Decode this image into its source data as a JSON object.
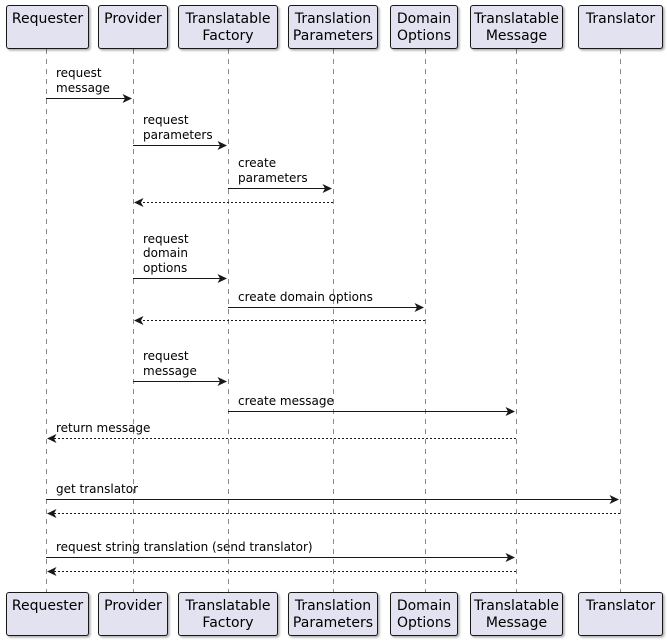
{
  "diagram": {
    "kind": "uml-sequence-diagram"
  },
  "participants": [
    {
      "label": "Requester"
    },
    {
      "label": "Provider"
    },
    {
      "label": "Translatable Factory"
    },
    {
      "label": "Translation Parameters"
    },
    {
      "label": "Domain Options"
    },
    {
      "label": "Translatable Message"
    },
    {
      "label": "Translator"
    }
  ],
  "messages": [
    {
      "label": "request\nmessage",
      "from": 0,
      "to": 1,
      "style": "solid"
    },
    {
      "label": "request\nparameters",
      "from": 1,
      "to": 2,
      "style": "solid"
    },
    {
      "label": "create\nparameters",
      "from": 2,
      "to": 3,
      "style": "solid"
    },
    {
      "label": "",
      "from": 3,
      "to": 1,
      "style": "return"
    },
    {
      "label": "request\ndomain\noptions",
      "from": 1,
      "to": 2,
      "style": "solid"
    },
    {
      "label": "create domain options",
      "from": 2,
      "to": 4,
      "style": "solid"
    },
    {
      "label": "",
      "from": 4,
      "to": 1,
      "style": "return"
    },
    {
      "label": "request\nmessage",
      "from": 1,
      "to": 2,
      "style": "solid"
    },
    {
      "label": "create message",
      "from": 2,
      "to": 5,
      "style": "solid"
    },
    {
      "label": "return message",
      "from": 5,
      "to": 0,
      "style": "return"
    },
    {
      "label": "get translator",
      "from": 0,
      "to": 6,
      "style": "solid"
    },
    {
      "label": "",
      "from": 6,
      "to": 0,
      "style": "return"
    },
    {
      "label": "request string translation (send translator)",
      "from": 0,
      "to": 5,
      "style": "solid"
    },
    {
      "label": "",
      "from": 5,
      "to": 0,
      "style": "return"
    }
  ],
  "colors": {
    "background": "#ffffff",
    "participant_fill": "#e2e2f0",
    "participant_border": "#181818",
    "lifeline": "#8a8a8a",
    "arrow": "#181818",
    "text": "#000000"
  }
}
